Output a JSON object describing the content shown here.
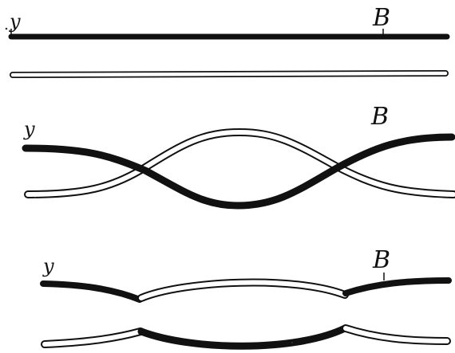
{
  "figures": [
    {
      "left_label": "y",
      "right_label": "B"
    },
    {
      "left_label": "y",
      "right_label": "B"
    },
    {
      "left_label": "y",
      "right_label": "B"
    }
  ]
}
